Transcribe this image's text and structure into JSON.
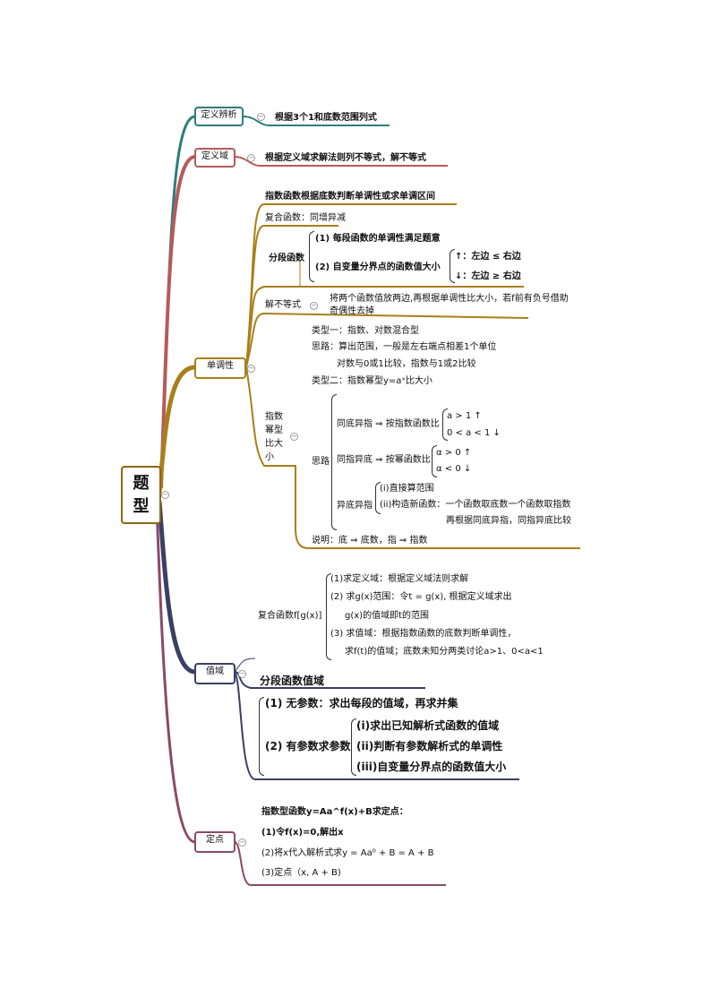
{
  "root": "题型",
  "l1": {
    "dingyibianxi": "定义辨析",
    "dingyiyu": "定义域",
    "dandiaoxing": "单调性",
    "zhiyu": "值域",
    "dingdian": "定点"
  },
  "dingyibianxi": {
    "item": "根据3个1和底数范围列式"
  },
  "dingyiyu": {
    "item": "根据定义域求解法则列不等式，解不等式"
  },
  "dandiao": {
    "top": "指数函数根据底数判断单调性或求单调区间",
    "fuhe": "复合函数：同增异减",
    "fenduan_label": "分段函数",
    "fenduan_1": "(1) 每段函数的单调性满足题意",
    "fenduan_2": "(2) 自变量分界点的函数值大小",
    "up": "↑：左边 ≤ 右边",
    "down": "↓：左边 ≥ 右边",
    "jiebudengshi_label": "解不等式",
    "jiebudengshi_1": "将两个函数值放两边,再根据单调性比大小，若f前有负号借助",
    "jiebudengshi_2": "奇偶性去掉",
    "bidaxiao_label": [
      "指数",
      "幂型",
      "比大",
      "小"
    ],
    "lei1": "类型一：指数、对数混合型",
    "silu1a": "思路：算出范围，一般是左右端点相差1个单位",
    "silu1b": "对数与0或1比较，指数与1或2比较",
    "lei2": "类型二：指数幂型y=aˣ比大小",
    "silu_label": "思路",
    "tongdi": "同底异指 ⇒ 按指数函数比",
    "tongdi_a": "a > 1 ↑",
    "tongdi_b": "0 < a < 1 ↓",
    "tongzhi": "同指异底 ⇒ 按幂函数比",
    "tongzhi_a": "α > 0 ↑",
    "tongzhi_b": "α < 0 ↓",
    "yidi": "异底异指",
    "yidi_1": "(i)直接算范围",
    "yidi_2": "(ii)构造新函数：一个函数取底数一个函数取指数",
    "yidi_3": "再根据同底异指，同指异底比较",
    "shuoming": "说明：底 ⇒ 底数，指 ⇒ 指数"
  },
  "zhiyu": {
    "fuhe_label": "复合函数f[g(x)]",
    "f1": "(1)求定义域：根据定义域法则求解",
    "f2": "(2) 求g(x)范围：令t = g(x), 根据定义域求出",
    "f3": "g(x)的值域即t的范围",
    "f4": "(3) 求值域：根据指数函数的底数判断单调性，",
    "f5": "求f(t)的值域；底数未知分两类讨论a>1、0<a<1",
    "fenduan_title": "分段函数值域",
    "p1": "(1) 无参数：求出每段的值域，再求并集",
    "p2_label": "(2) 有参数求参数",
    "p2_1": "(i)求出已知解析式函数的值域",
    "p2_2": "(ii)判断有参数解析式的单调性",
    "p2_3": "(iii)自变量分界点的函数值大小"
  },
  "dingdian": {
    "title": "指数型函数y=Aa^f(x)+B求定点：",
    "s1": "(1)令f(x)=0,解出x",
    "s2": "(2)将x代入解析式求y = Aa⁰ + B = A + B",
    "s3": "(3)定点（x, A + B)"
  },
  "colors": {
    "teal": "#2e7d7a",
    "rose": "#b65a5a",
    "gold": "#a8801a",
    "navy": "#3a3f63",
    "plum": "#8a4a6a"
  }
}
